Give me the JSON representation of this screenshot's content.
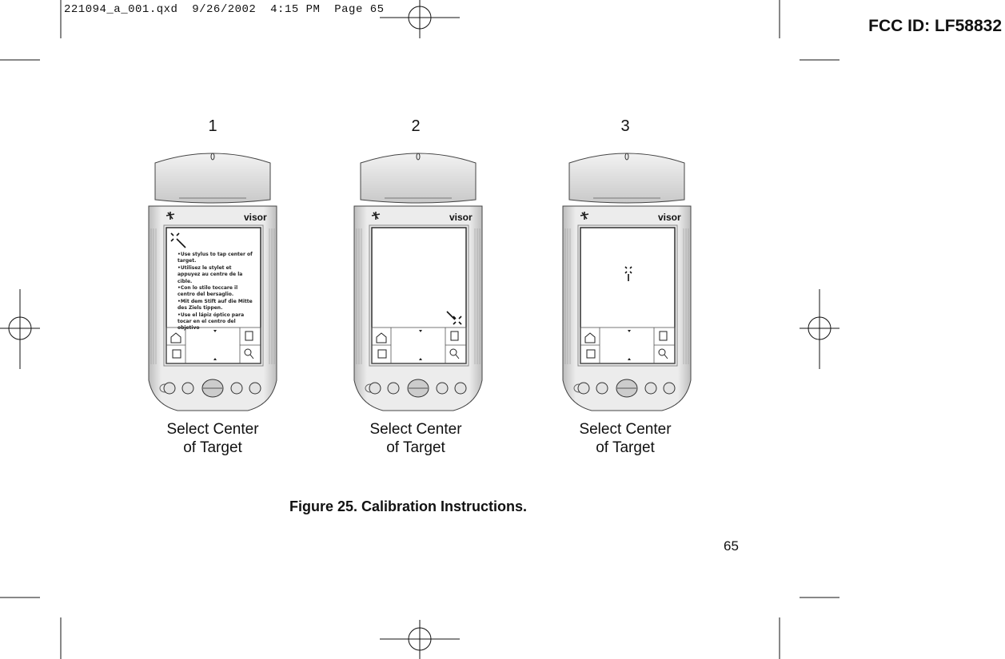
{
  "slug_line": "221094_a_001.qxd  9/26/2002  4:15 PM  Page 65",
  "fcc_id": "FCC ID: LF58832",
  "brand_label": "visor",
  "panels": [
    {
      "number": "1",
      "caption_line1": "Select Center",
      "caption_line2": "of Target",
      "screen_instructions": [
        "•Use stylus to tap center of target.",
        "•Utilisez le stylet et appuyez au centre de la cible.",
        "•Con lo stilo toccare il centro del bersaglio.",
        "•Mit dem Stift auf die Mitte des Ziels tippen.",
        "•Use el lápiz óptico para tocar en el centro del objetivo"
      ]
    },
    {
      "number": "2",
      "caption_line1": "Select Center",
      "caption_line2": "of Target"
    },
    {
      "number": "3",
      "caption_line1": "Select Center",
      "caption_line2": "of Target"
    }
  ],
  "figure_caption": "Figure 25. Calibration Instructions.",
  "page_number": "65"
}
